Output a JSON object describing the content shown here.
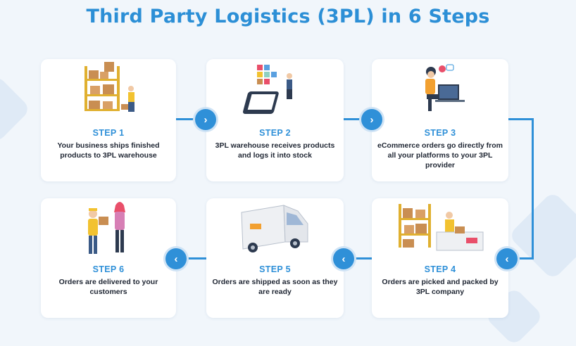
{
  "title": "Third Party Logistics (3PL) in 6 Steps",
  "colors": {
    "accent": "#2f90d8",
    "title": "#2c8fd6",
    "background": "#f1f6fb",
    "text": "#1f2633"
  },
  "steps": [
    {
      "label": "STEP 1",
      "description": "Your business ships finished products to 3PL warehouse",
      "icon": "warehouse-worker-illustration"
    },
    {
      "label": "STEP 2",
      "description": "3PL warehouse receives products and logs it into stock",
      "icon": "tablet-inventory-illustration"
    },
    {
      "label": "STEP 3",
      "description": "eCommerce orders go directly from all your platforms to your 3PL provider",
      "icon": "person-at-computer-illustration"
    },
    {
      "label": "STEP 4",
      "description": "Orders are picked and packed by 3PL company",
      "icon": "packing-desk-illustration"
    },
    {
      "label": "STEP 5",
      "description": "Orders are shipped as soon as they are ready",
      "icon": "delivery-truck-illustration"
    },
    {
      "label": "STEP 6",
      "description": "Orders are delivered to your customers",
      "icon": "customer-delivery-illustration"
    }
  ],
  "arrows": {
    "right": "›",
    "left": "‹"
  }
}
